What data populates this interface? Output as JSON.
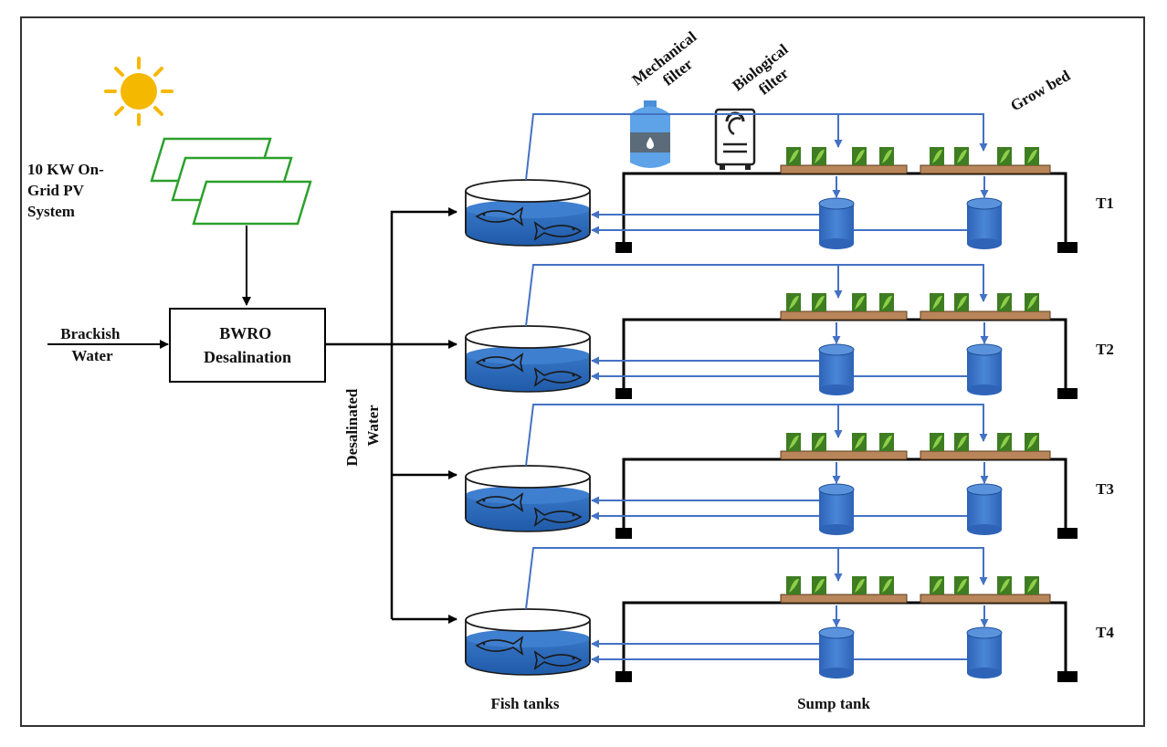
{
  "labels": {
    "pv_system": [
      "10 KW On-",
      "Grid PV",
      "System"
    ],
    "brackish_water": [
      "Brackish",
      "Water"
    ],
    "bwro": [
      "BWRO",
      "Desalination"
    ],
    "desalinated_water": [
      "Desalinated",
      "Water"
    ],
    "mechanical_filter": [
      "Mechanical",
      "filter"
    ],
    "biological_filter": [
      "Biological",
      "filter"
    ],
    "grow_bed": "Grow bed",
    "fish_tanks": "Fish tanks",
    "sump_tank": "Sump tank"
  },
  "tiers": [
    {
      "label": "T1"
    },
    {
      "label": "T2"
    },
    {
      "label": "T3"
    },
    {
      "label": "T4"
    }
  ],
  "colors": {
    "water_line": "#4472c4",
    "water_fill": "#2e6bbd",
    "frame_line": "#000000",
    "panel_outline": "#2ca02c",
    "sun": "#f5b800",
    "soil": "#b8865a",
    "plant": "#6fb33b"
  },
  "icons": [
    "sun-icon",
    "pv-panel-icon",
    "fish-tank-icon",
    "fish-icon",
    "sump-tank-icon",
    "mechanical-filter-icon",
    "biological-filter-icon",
    "grow-bed-icon",
    "plant-icon"
  ]
}
